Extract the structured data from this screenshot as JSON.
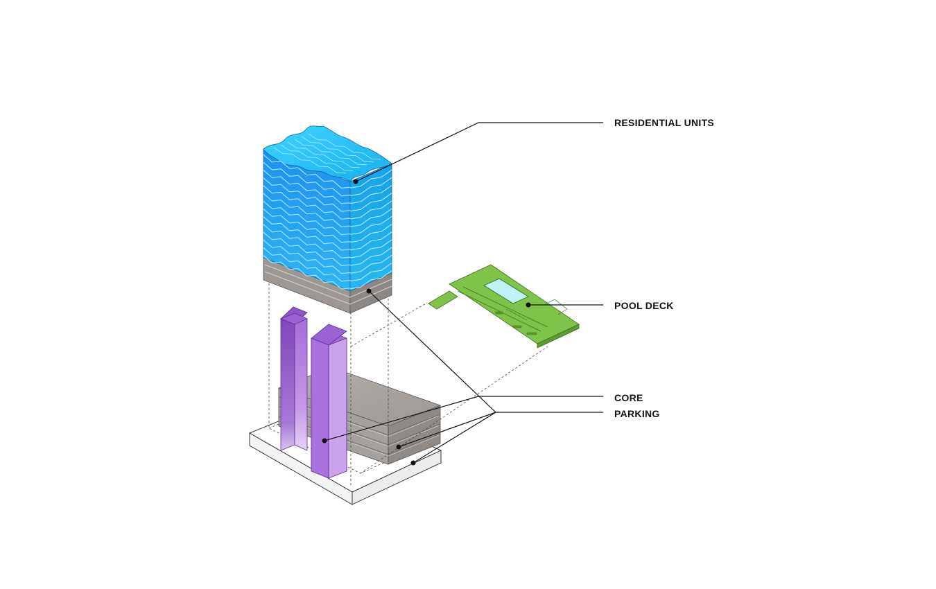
{
  "labels": {
    "residential": "RESIDENTIAL UNITS",
    "pool": "POOL DECK",
    "core": "CORE",
    "parking": "PARKING"
  },
  "colors": {
    "residential": "#1aa8e8",
    "pool": "#7ec34a",
    "core": "#b07ae0",
    "parking": "#a8a39e",
    "base": "#ffffff",
    "leader": "#111111"
  }
}
